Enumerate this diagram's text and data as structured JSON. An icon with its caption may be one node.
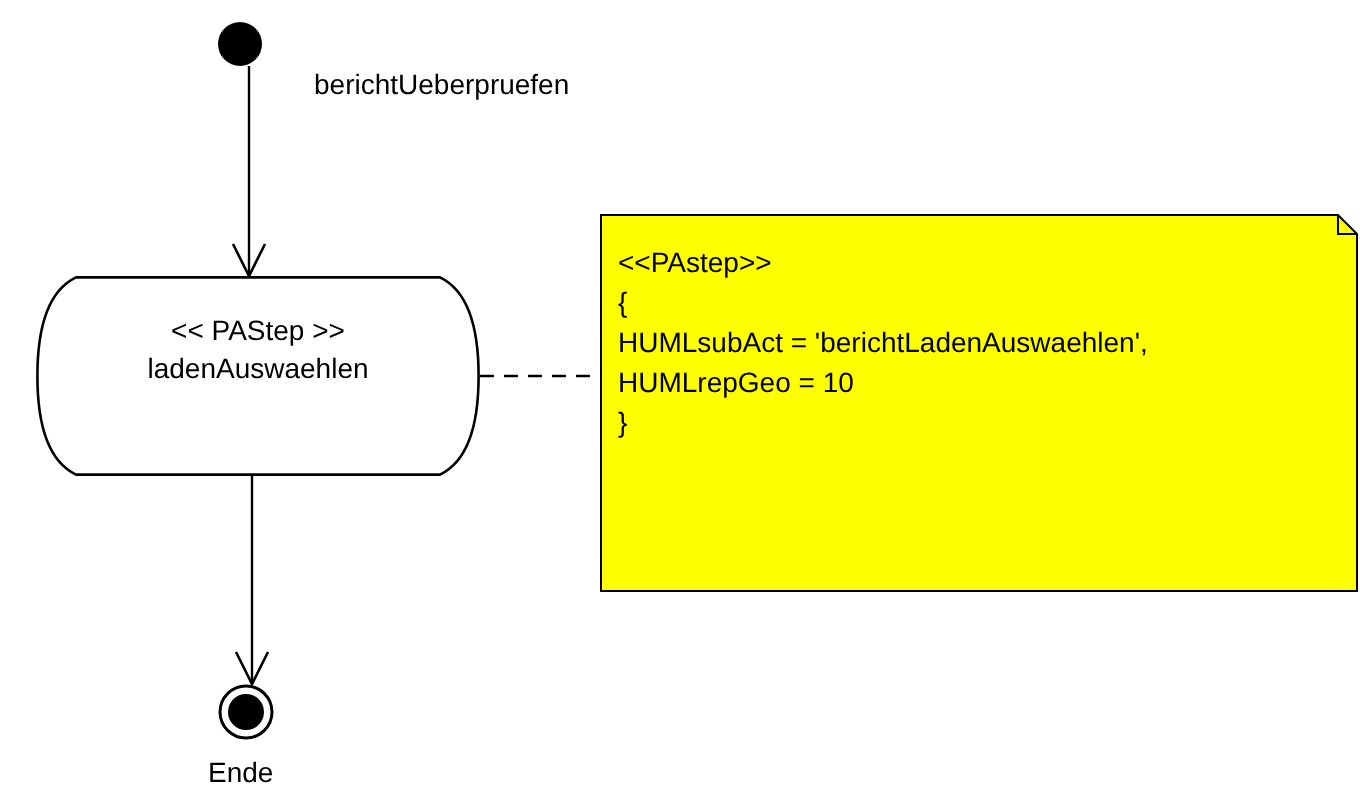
{
  "diagram": {
    "nodes": [
      {
        "text": [],
        "shape": "circle",
        "beside": [
          "berichtUeberpruefen"
        ]
      },
      {
        "text": [
          "<< PAStep >>",
          "ladenAuswaehlen"
        ]
      },
      {
        "text": [
          "<<PAstep>>",
          "{",
          "HUMLsubAct = 'berichtLadenAuswaehlen',",
          "HUMLrepGeo = 10",
          "}"
        ]
      },
      {
        "text": [],
        "shape": "circle",
        "beside": [
          "Ende"
        ]
      }
    ],
    "edges": [
      {
        "from": 0,
        "to": 1,
        "arrow": "to"
      },
      {
        "from": 1,
        "to": 3,
        "arrow": "to"
      },
      {
        "from": 1,
        "to": 2,
        "arrow": "none",
        "style": "dashed"
      }
    ]
  }
}
